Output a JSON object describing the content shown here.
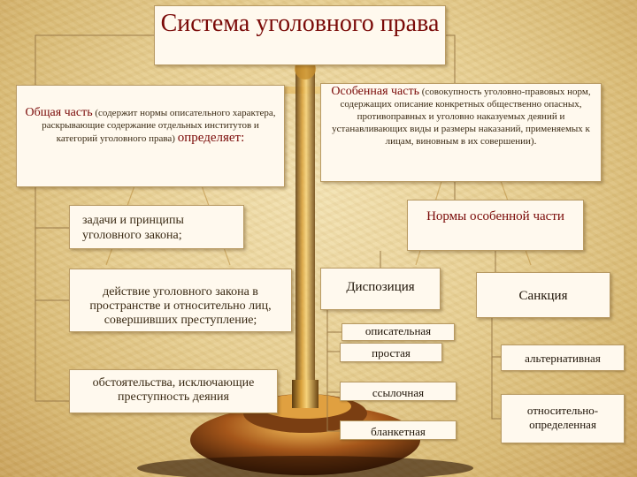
{
  "title": "Система уголовного права",
  "general_part": {
    "lead": "Общая часть",
    "text": "(содержит нормы описательного характера, раскрывающие содержание отдельных институтов и категорий уголовного права)",
    "verb": "определяет:"
  },
  "special_part": {
    "lead": "Особенная часть",
    "text": "(совокупность уголовно-правовых норм, содержащих описание конкретных общественно опасных, противоправных и уголовно наказуемых деяний и устанавливающих виды и размеры наказаний, применяемых к лицам, виновным в их совершении)."
  },
  "general_items": [
    "задачи и принципы уголовного закона;",
    "действие уголовного закона в пространстве и относительно лиц, совершивших преступление;",
    "обстоятельства, исключающие преступность деяния"
  ],
  "norms_title": "Нормы особенной части",
  "disposition": {
    "label": "Диспозиция",
    "types": [
      "описательная",
      "простая",
      "ссылочная",
      "бланкетная"
    ]
  },
  "sanction": {
    "label": "Санкция",
    "types": [
      "альтернативная",
      "относительно-определенная"
    ]
  }
}
